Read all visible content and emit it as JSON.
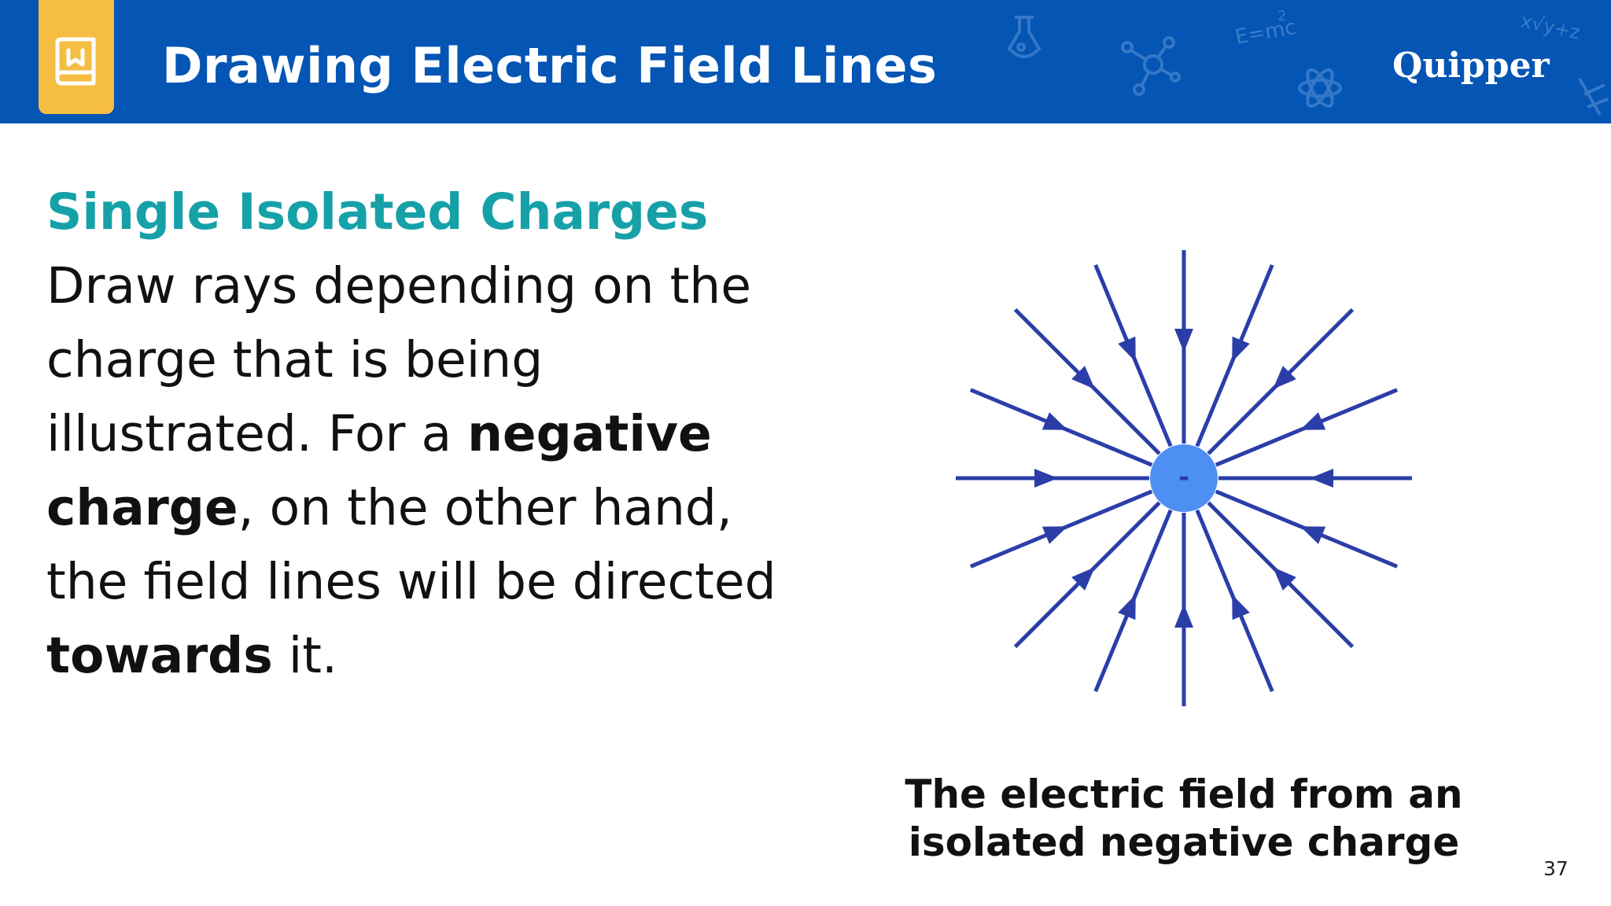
{
  "header": {
    "title": "Drawing Electric Field Lines",
    "brand": "Quipper",
    "background_color": "#0455b4",
    "badge_color": "#f5bd42",
    "badge_icon": "book-icon",
    "decoration_icons": [
      "flask-icon",
      "molecule-icon",
      "atom-icon",
      "math-formula-icon"
    ],
    "decoration_texts": [
      "E=mc",
      "2",
      "x√y+z"
    ]
  },
  "content": {
    "subheading": "Single Isolated Charges",
    "subheading_color": "#16a1a8",
    "paragraph": {
      "line1": "Draw rays depending on the",
      "line2": "charge that is being",
      "line3_normal": "illustrated. For a ",
      "line3_bold": "negative",
      "line4_bold": "charge",
      "line4_normal": ", on the other hand,",
      "line5": "the field lines will be directed",
      "line6_bold": "towards",
      "line6_normal": " it."
    }
  },
  "diagram": {
    "charge_sign": "-",
    "charge_color": "#4e8ff4",
    "line_color": "#2b3ea8",
    "ray_count": 16,
    "arrow_direction": "inward",
    "caption_line1": "The electric field from an",
    "caption_line2": "isolated negative charge"
  },
  "footer": {
    "page_number": "37"
  }
}
